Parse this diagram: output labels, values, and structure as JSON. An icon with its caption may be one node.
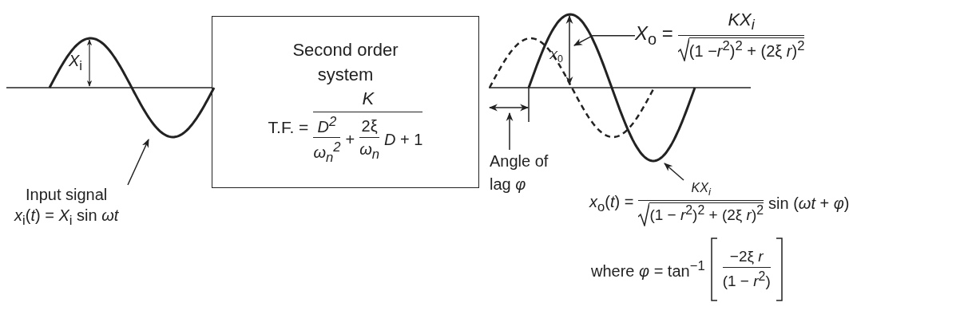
{
  "diagram": {
    "nodes": [
      {
        "text": [],
        "shape": "wave"
      },
      {
        "text": [
          "Second order system",
          "T.F. =",
          "K",
          "D$^{2}$",
          "ω$_{n}$$^{2}$",
          "+",
          "2ξ",
          "ω$_{n}$",
          "*D* + 1"
        ]
      },
      {
        "text": [],
        "shape": "wave"
      },
      {
        "text": [
          "*X*$_{o}$ =",
          "KX$_{i}$",
          "(1 −*r*$^{2}$)$^{2}$ + (2ξ *r*)$^{2}$"
        ]
      },
      {
        "text": [
          "Input signal",
          "*x*$_{i}$(*t*) = *X*$_{i}$ sin *ωt*"
        ]
      },
      {
        "text": [
          "Angle of lag *φ*"
        ]
      },
      {
        "text": [
          "*x*$_{o}$(*t*) =",
          "KX$_{i}$",
          "(1 − *r*$^{2}$)$^{2}$ + (2ξ *r*)$^{2}$",
          "sin (*ωt* + *φ*)"
        ]
      },
      {
        "text": [],
        "shape": "arrow"
      }
    ],
    "edges": [
      {
        "from": 4,
        "to": 0,
        "arrow": "to"
      },
      {
        "from": 5,
        "to": 7,
        "arrow": "to"
      },
      {
        "from": 3,
        "to": 2,
        "arrow": "to"
      },
      {
        "from": 6,
        "to": 2,
        "arrow": "to"
      }
    ],
    "labels": [
      "*X*$_{i}$",
      "*X*$_{0}$",
      "where *φ* = tan$^{−1}$",
      "−2ξ *r*",
      "(1 − *r*$^{2}$)"
    ]
  }
}
